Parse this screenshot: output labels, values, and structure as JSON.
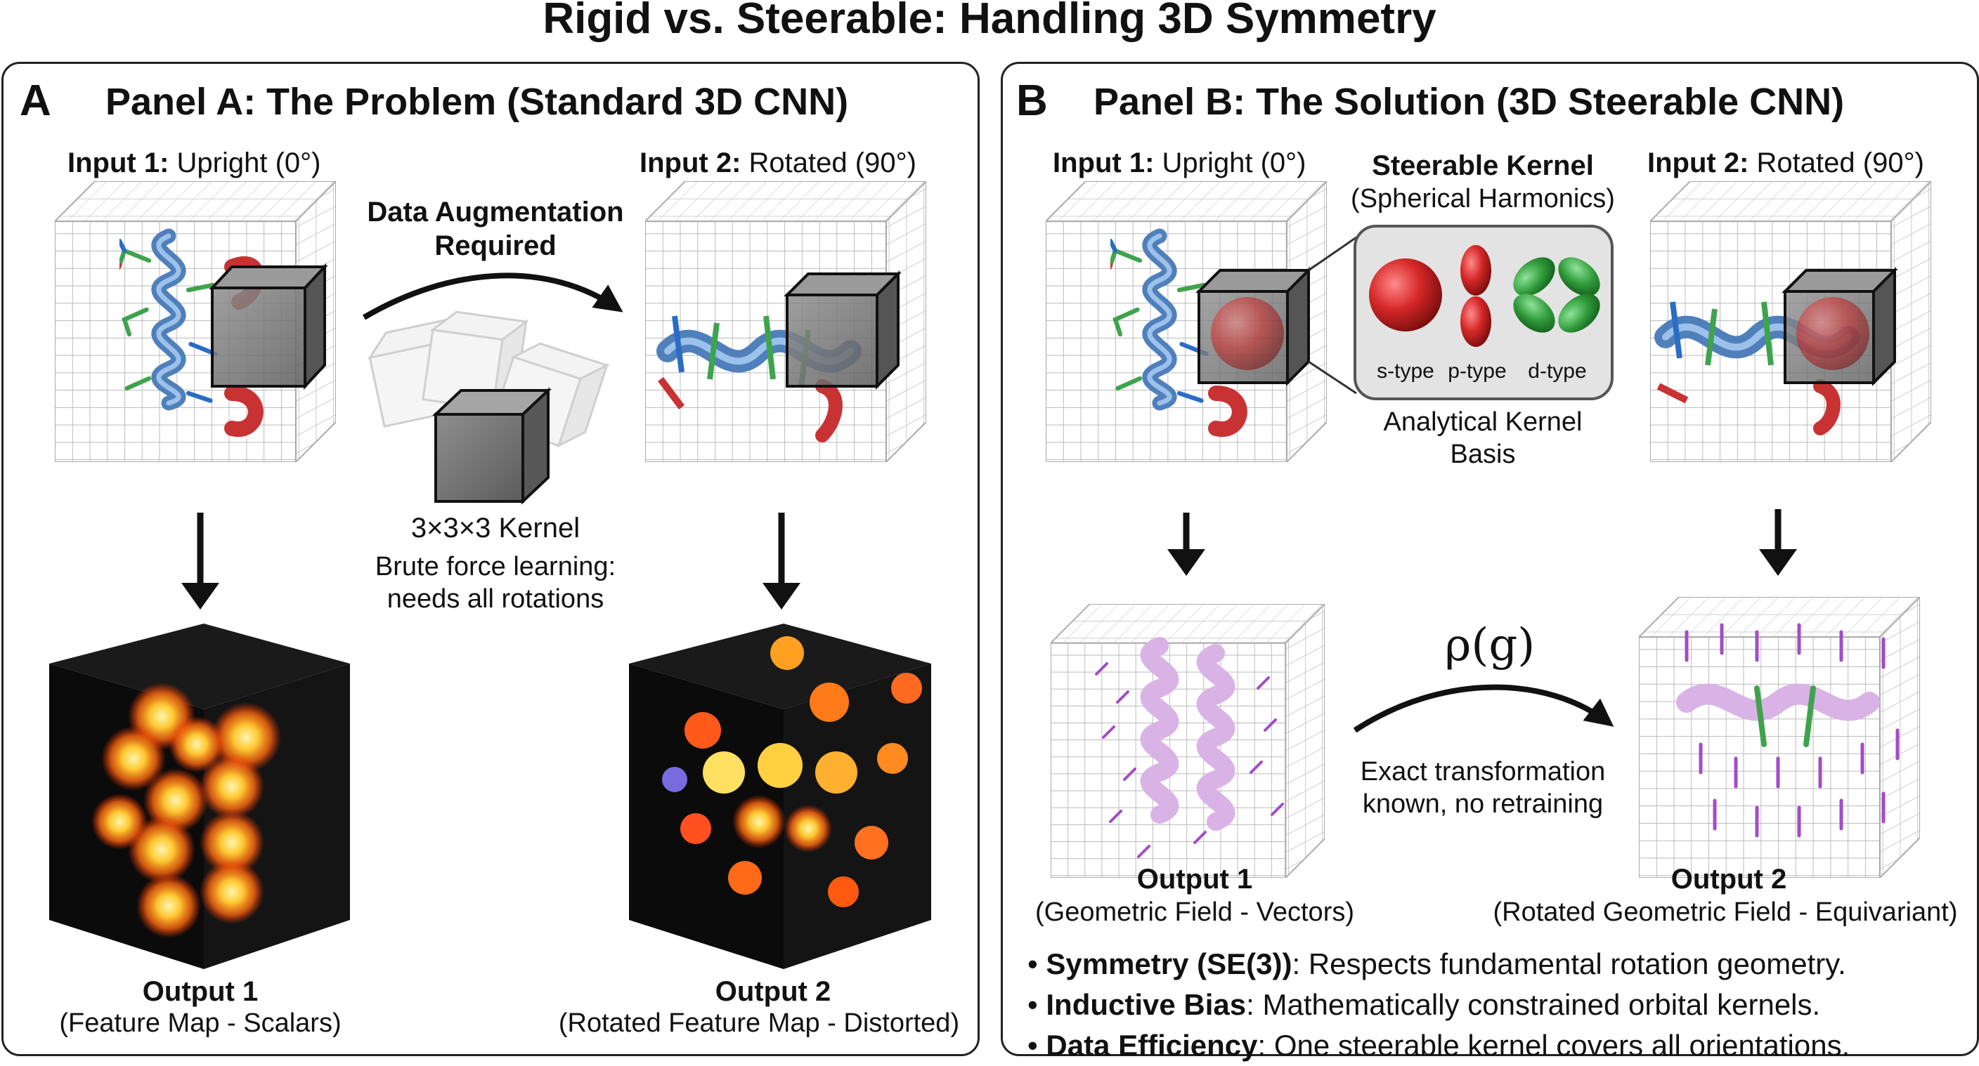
{
  "title": "Rigid vs. Steerable: Handling 3D Symmetry",
  "panel_a": {
    "letter": "A",
    "heading": "Panel A: The Problem (Standard 3D CNN)",
    "input1_bold": "Input 1:",
    "input1_rest": "Upright (0°)",
    "input2_bold": "Input 2:",
    "input2_rest": "Rotated (90°)",
    "augmentation_line1": "Data Augmentation",
    "augmentation_line2": "Required",
    "kernel_label": "3×3×3 Kernel",
    "brute_line1": "Brute force learning:",
    "brute_line2": "needs all rotations",
    "output1_title": "Output 1",
    "output1_sub": "(Feature Map - Scalars)",
    "output2_title": "Output 2",
    "output2_sub": "(Rotated Feature Map - Distorted)"
  },
  "panel_b": {
    "letter": "B",
    "heading": "Panel B: The Solution (3D Steerable CNN)",
    "input1_bold": "Input 1:",
    "input1_rest": "Upright (0°)",
    "input2_bold": "Input 2:",
    "input2_rest": "Rotated (90°)",
    "steerable_title": "Steerable Kernel",
    "steerable_sub": "(Spherical Harmonics)",
    "s_type": "s-type",
    "p_type": "p-type",
    "d_type": "d-type",
    "basis_line1": "Analytical Kernel",
    "basis_line2": "Basis",
    "rho": "ρ(g)",
    "exact_line1": "Exact transformation",
    "exact_line2": "known, no retraining",
    "output1_title": "Output 1",
    "output1_sub": "(Geometric Field - Vectors)",
    "output2_title": "Output 2",
    "output2_sub": "(Rotated Geometric Field - Equivariant)",
    "bullets": [
      {
        "bold": "Symmetry (SE(3))",
        "rest": ": Respects fundamental rotation geometry."
      },
      {
        "bold": "Inductive Bias",
        "rest": ": Mathematically constrained orbital kernels."
      },
      {
        "bold": "Data Efficiency",
        "rest": ": One steerable kernel covers all orientations."
      }
    ]
  },
  "colors": {
    "helix": "#5b8fc9",
    "kernel_gray": "#6f6f6f",
    "s_orbital": "#d12b2b",
    "d_orbital": "#2f9a3a",
    "vector_purple": "#a24cc7",
    "feature_hot": "#ffb21f"
  }
}
